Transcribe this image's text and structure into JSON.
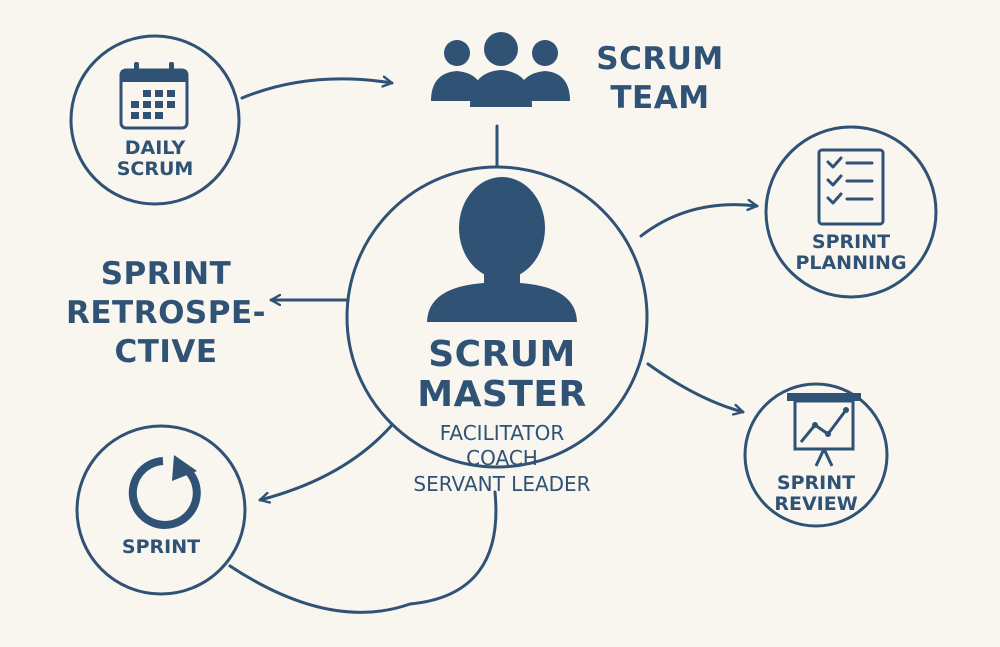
{
  "colors": {
    "primary": "#2f5275",
    "background": "#f8f6ef"
  },
  "center": {
    "title_line1": "SCRUM",
    "title_line2": "MASTER",
    "roles": [
      "FACILITATOR",
      "COACH",
      "SERVANT LEADER"
    ],
    "icon": "person-icon"
  },
  "nodes": {
    "scrum_team": {
      "line1": "SCRUM",
      "line2": "TEAM",
      "icon": "team-icon"
    },
    "daily_scrum": {
      "line1": "DAILY",
      "line2": "SCRUM",
      "icon": "calendar-icon"
    },
    "sprint_planning": {
      "line1": "SPRINT",
      "line2": "PLANNING",
      "icon": "checklist-icon"
    },
    "sprint_retrospective": {
      "line1": "SPRINT",
      "line2": "RETROSPE-",
      "line3": "CTIVE"
    },
    "sprint": {
      "label": "SPRINT",
      "icon": "cycle-icon"
    },
    "sprint_review": {
      "line1": "SPRINT",
      "line2": "REVIEW",
      "icon": "presentation-chart-icon"
    }
  }
}
